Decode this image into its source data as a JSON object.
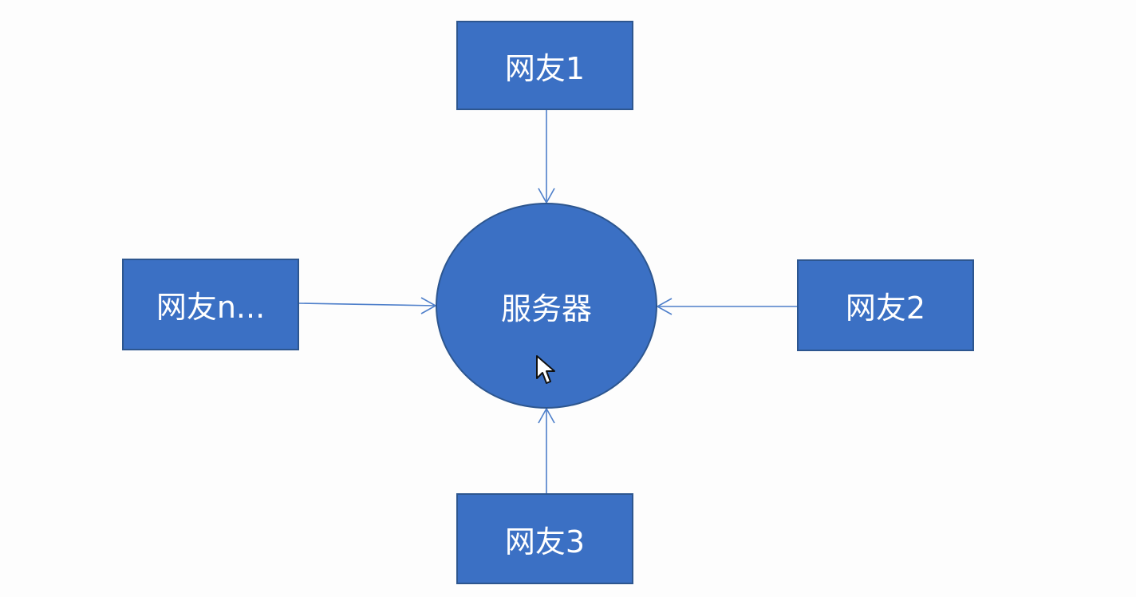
{
  "diagram": {
    "server": {
      "label": "服务器"
    },
    "users": [
      {
        "label": "网友1"
      },
      {
        "label": "网友2"
      },
      {
        "label": "网友3"
      },
      {
        "label": "网友n..."
      }
    ],
    "colors": {
      "node_fill": "#3b70c4",
      "node_border": "#2d568f",
      "edge": "#4e7fca",
      "text": "#ffffff",
      "background": "#fdfdfd"
    }
  },
  "pointer": {
    "icon": "mouse-pointer-icon"
  }
}
